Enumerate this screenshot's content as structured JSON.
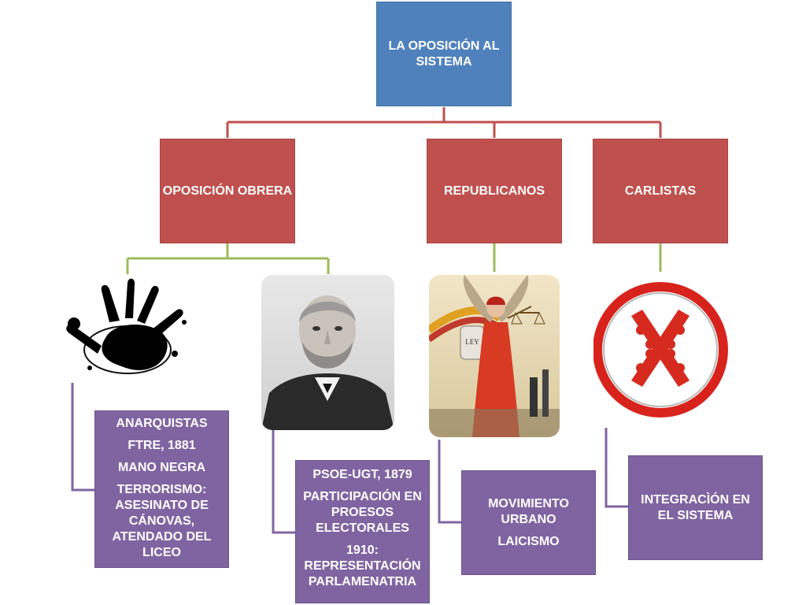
{
  "root": {
    "title": "LA OPOSICIÓN AL SISTEMA"
  },
  "branches": [
    {
      "label": "OPOSICIÓN OBRERA"
    },
    {
      "label": "REPUBLICANOS"
    },
    {
      "label": "CARLISTAS"
    }
  ],
  "details": {
    "anarquistas": [
      "ANARQUISTAS",
      "FTRE, 1881",
      "MANO NEGRA",
      "TERRORISMO: ASESINATO DE CÁNOVAS, ATENDADO DEL LICEO"
    ],
    "psoe": [
      "PSOE-UGT, 1879",
      "PARTICIPACIÓN EN PROESOS ELECTORALES",
      "1910: REPRESENTACIÓN PARLAMENATRIA"
    ],
    "republicanos": [
      "MOVIMIENTO URBANO",
      "LAICISMO"
    ],
    "carlistas": [
      "INTEGRACÌÓN EN EL SISTEMA"
    ]
  },
  "colors": {
    "root": "#4f81bd",
    "branch": "#c0504d",
    "detail": "#8064a2",
    "connector_top": "#c0504d",
    "connector_mid": "#9bbb59",
    "connector_bottom": "#8064a2"
  }
}
